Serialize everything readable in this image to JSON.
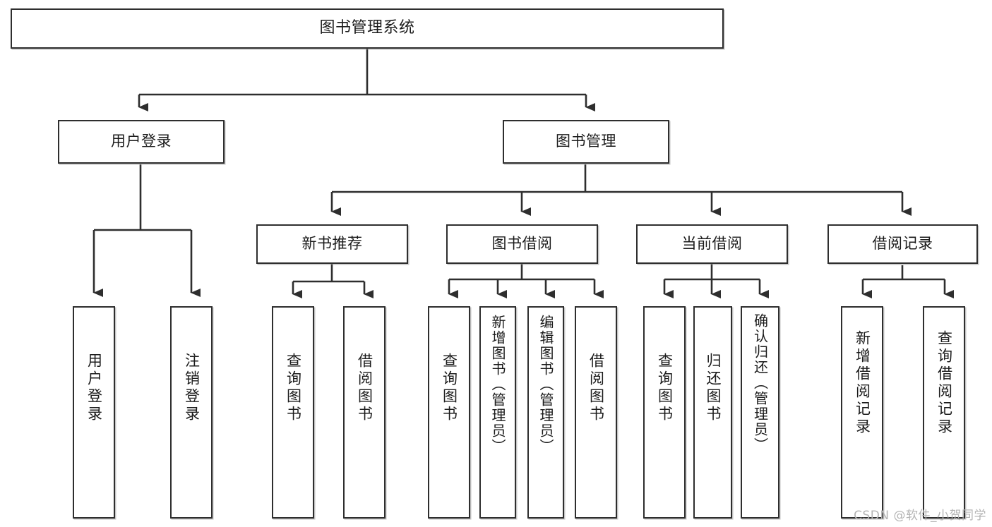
{
  "diagram": {
    "type": "tree",
    "title": "图书管理系统",
    "orientation": "top-down",
    "styles": {
      "box_border_color": "#2e2e2e",
      "box_fill_color": "#ffffff",
      "connector_color": "#2e2e2e",
      "text_color": "#1b1b1b",
      "background_color": "#ffffff",
      "watermark_color": "#b4b4b4"
    },
    "root": {
      "label": "图书管理系统"
    },
    "level2": [
      {
        "label": "用户登录"
      },
      {
        "label": "图书管理"
      }
    ],
    "level3": [
      {
        "label": "新书推荐"
      },
      {
        "label": "图书借阅"
      },
      {
        "label": "当前借阅"
      },
      {
        "label": "借阅记录"
      }
    ],
    "leaves": {
      "user_login": [
        {
          "label": "用户登录"
        },
        {
          "label": "注销登录"
        }
      ],
      "new_book_recommend": [
        {
          "label": "查询图书"
        },
        {
          "label": "借阅图书"
        }
      ],
      "book_borrow": [
        {
          "label": "查询图书"
        },
        {
          "label": "新增图书（管理员）"
        },
        {
          "label": "编辑图书（管理员）"
        },
        {
          "label": "借阅图书"
        }
      ],
      "current_borrow": [
        {
          "label": "查询图书"
        },
        {
          "label": "归还图书"
        },
        {
          "label": "确认归还（管理员）"
        }
      ],
      "borrow_record": [
        {
          "label": "新增借阅记录"
        },
        {
          "label": "查询借阅记录"
        }
      ]
    },
    "watermark": "CSDN @软件_小贺同学"
  }
}
